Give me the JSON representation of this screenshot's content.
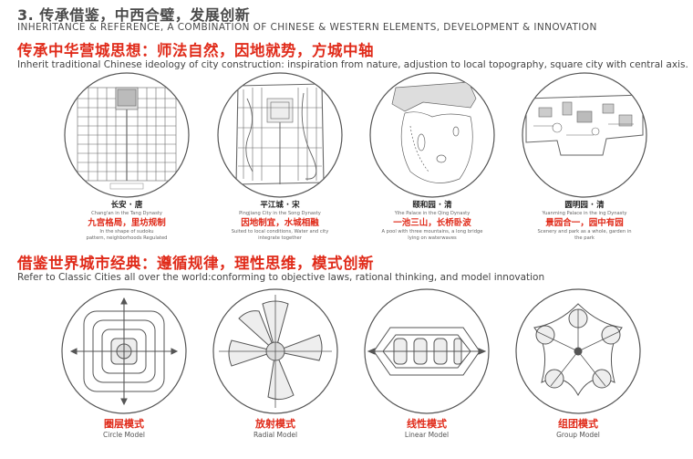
{
  "header": {
    "title": "3. 传承借鉴，中西合璧，发展创新",
    "subtitle": "INHERITANCE & REFERENCE, A COMBINATION OF CHINESE & WESTERN ELEMENTS, DEVELOPMENT & INNOVATION"
  },
  "section1": {
    "heading": "传承中华营城思想：师法自然，因地就势，方城中轴",
    "heading_en": "Inherit traditional Chinese ideology of city construction: inspiration from nature, adjustion to local topography, square city with central axis.",
    "items": [
      {
        "name": "长安 · 唐",
        "name_en": "Chang'an in the Tang Dynasty",
        "feature": "九宫格局，里坊规制",
        "desc_1": "In the shape of sudoku",
        "desc_2": "pattern, neighborhoods Regulated"
      },
      {
        "name": "平江城 · 宋",
        "name_en": "Pingjiang City in the Song Dynasty",
        "feature": "因地制宜，水城相融",
        "desc_1": "Suited to local conditions, Water and city",
        "desc_2": "integrate together"
      },
      {
        "name": "颐和园 · 清",
        "name_en": "Yihe Palace in the Qing Dynasty",
        "feature": "一池三山，长桥卧波",
        "desc_1": "A pool with three mountains, a long bridge",
        "desc_2": "lying on waterwaves"
      },
      {
        "name": "圆明园 · 清",
        "name_en": "Yuanming Palace in the ing Dynasty",
        "feature": "景园合一，园中有园",
        "desc_1": "Scenery and park as a whole, garden in",
        "desc_2": "the park"
      }
    ]
  },
  "section2": {
    "heading": "借鉴世界城市经典：遵循规律，理性思维，模式创新",
    "heading_en": "Refer to Classic Cities all over the world:conforming to objective laws, rational thinking, and model innovation",
    "models": [
      {
        "name": "圈层模式",
        "name_en": "Circle Model"
      },
      {
        "name": "放射模式",
        "name_en": "Radial Model"
      },
      {
        "name": "线性模式",
        "name_en": "Linear Model"
      },
      {
        "name": "组团模式",
        "name_en": "Group Model"
      }
    ]
  },
  "colors": {
    "accent_red": "#e02b1a",
    "text_gray": "#4a4a4a",
    "line_gray": "#555555"
  }
}
